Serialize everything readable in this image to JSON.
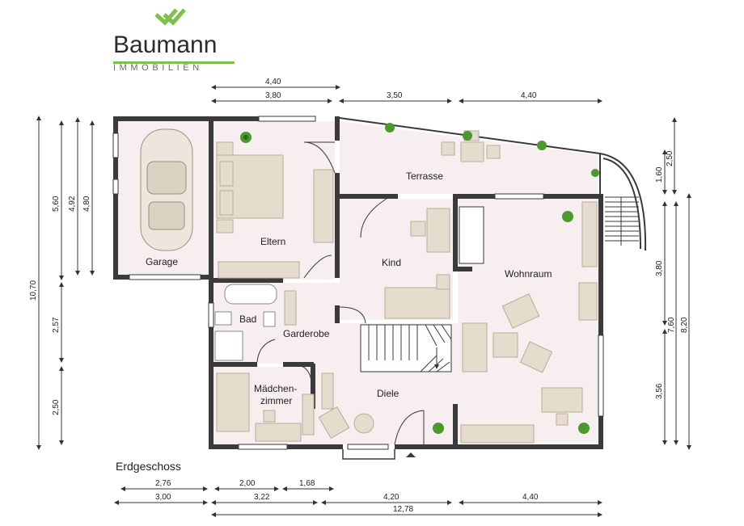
{
  "brand": {
    "name": "Baumann",
    "subtitle": "IMMOBILIEN",
    "accent_color": "#7cc24a",
    "logo_icon": "double-chevron-logo-icon"
  },
  "floor_label": "Erdgeschoss",
  "rooms": {
    "garage": "Garage",
    "eltern": "Eltern",
    "terrasse": "Terrasse",
    "kind": "Kind",
    "wohnraum": "Wohnraum",
    "bad": "Bad",
    "garderobe": "Garderobe",
    "maedchen_line1": "Mädchen-",
    "maedchen_line2": "zimmer",
    "diele": "Diele"
  },
  "dimensions": {
    "top_overall": "4,40",
    "top_eltern": "3,80",
    "top_terrasse": "3,50",
    "top_wohnraum": "4,40",
    "left_total": "10,70",
    "left_upper": "5,60",
    "left_garage_a": "4,92",
    "left_garage_b": "4,80",
    "left_bad": "2,57",
    "left_lower": "2,50",
    "right_terrasse_a": "1,60",
    "right_terrasse_b": "2,50",
    "right_wohn_upper": "3,80",
    "right_wohn_total": "7,60",
    "right_total": "8,20",
    "right_wohn_lower": "3,56",
    "bottom_a1": "2,76",
    "bottom_a2": "2,00",
    "bottom_a3": "1,68",
    "bottom_b1": "3,00",
    "bottom_b2": "3,22",
    "bottom_b3": "4,20",
    "bottom_b4": "4,40",
    "bottom_total": "12,78"
  },
  "colors": {
    "wall": "#3a3a3a",
    "floor": "#f7eef0",
    "furniture": "#e6dccd",
    "furniture_stroke": "#b9ab97",
    "dimension": "#333333",
    "plant": "#4a9a2e"
  }
}
